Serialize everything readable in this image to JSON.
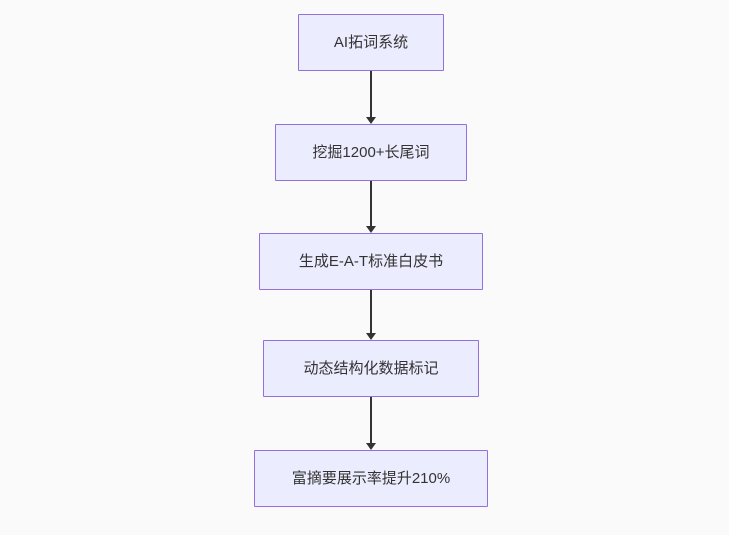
{
  "diagram": {
    "type": "flowchart-top-down",
    "colors": {
      "background": "#fafafa",
      "node_fill": "#ECECFF",
      "node_border": "#9370DB",
      "text": "#333333",
      "arrow": "#333333"
    },
    "nodes": [
      {
        "label": "AI拓词系统"
      },
      {
        "label": "挖掘1200+长尾词"
      },
      {
        "label": "生成E-A-T标准白皮书"
      },
      {
        "label": "动态结构化数据标记"
      },
      {
        "label": "富摘要展示率提升210%"
      }
    ],
    "edges": [
      {
        "from": 0,
        "to": 1
      },
      {
        "from": 1,
        "to": 2
      },
      {
        "from": 2,
        "to": 3
      },
      {
        "from": 3,
        "to": 4
      }
    ]
  }
}
